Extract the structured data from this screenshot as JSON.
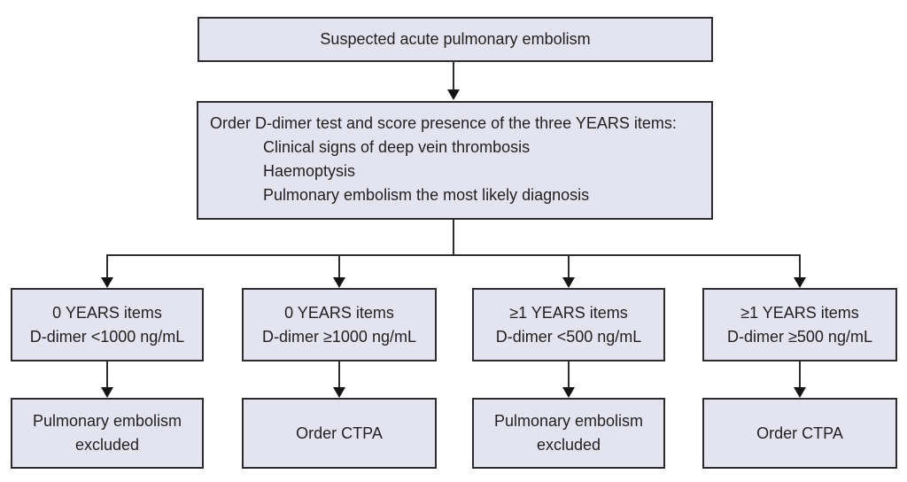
{
  "colors": {
    "box_fill": "#e3e4f0",
    "box_border": "#2d2c2e",
    "connector": "#2d2c2e",
    "arrowhead": "#141414",
    "text_color": "#231f20",
    "canvas_bg": "#ffffff"
  },
  "flowchart": {
    "start": "Suspected acute pulmonary embolism",
    "assess": {
      "intro": "Order D-dimer test and score presence of the three YEARS items:",
      "items": [
        "Clinical signs of deep vein thrombosis",
        "Haemoptysis",
        "Pulmonary embolism the most likely diagnosis"
      ]
    },
    "branches": [
      {
        "criteria_line1": "0 YEARS items",
        "criteria_line2": "D-dimer <1000 ng/mL",
        "outcome": "Pulmonary embolism excluded"
      },
      {
        "criteria_line1": "0 YEARS items",
        "criteria_line2": "D-dimer ≥1000 ng/mL",
        "outcome": "Order CTPA"
      },
      {
        "criteria_line1": "≥1 YEARS items",
        "criteria_line2": "D-dimer <500 ng/mL",
        "outcome": "Pulmonary embolism excluded"
      },
      {
        "criteria_line1": "≥1 YEARS items",
        "criteria_line2": "D-dimer ≥500 ng/mL",
        "outcome": "Order CTPA"
      }
    ]
  }
}
